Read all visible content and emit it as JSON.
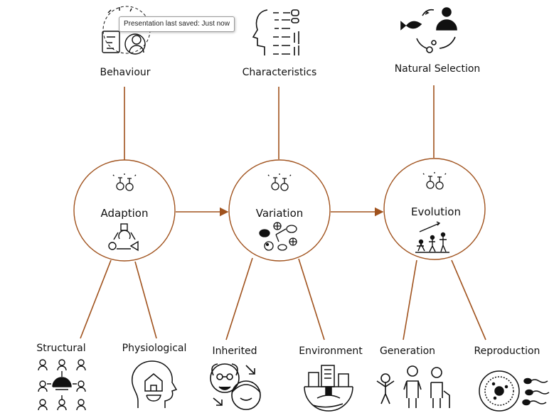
{
  "tooltip": "Presentation last saved: Just now",
  "top": {
    "behaviour": "Behaviour",
    "characteristics": "Characteristics",
    "natural_selection": "Natural Selection"
  },
  "hubs": {
    "adaption": "Adaption",
    "variation": "Variation",
    "evolution": "Evolution"
  },
  "bottom": {
    "structural": "Structural",
    "physiological": "Physiological",
    "inherited": "Inherited",
    "environment": "Environment",
    "generation": "Generation",
    "reproduction": "Reproduction"
  },
  "colors": {
    "connector": "#a0521d",
    "ink": "#111111"
  }
}
